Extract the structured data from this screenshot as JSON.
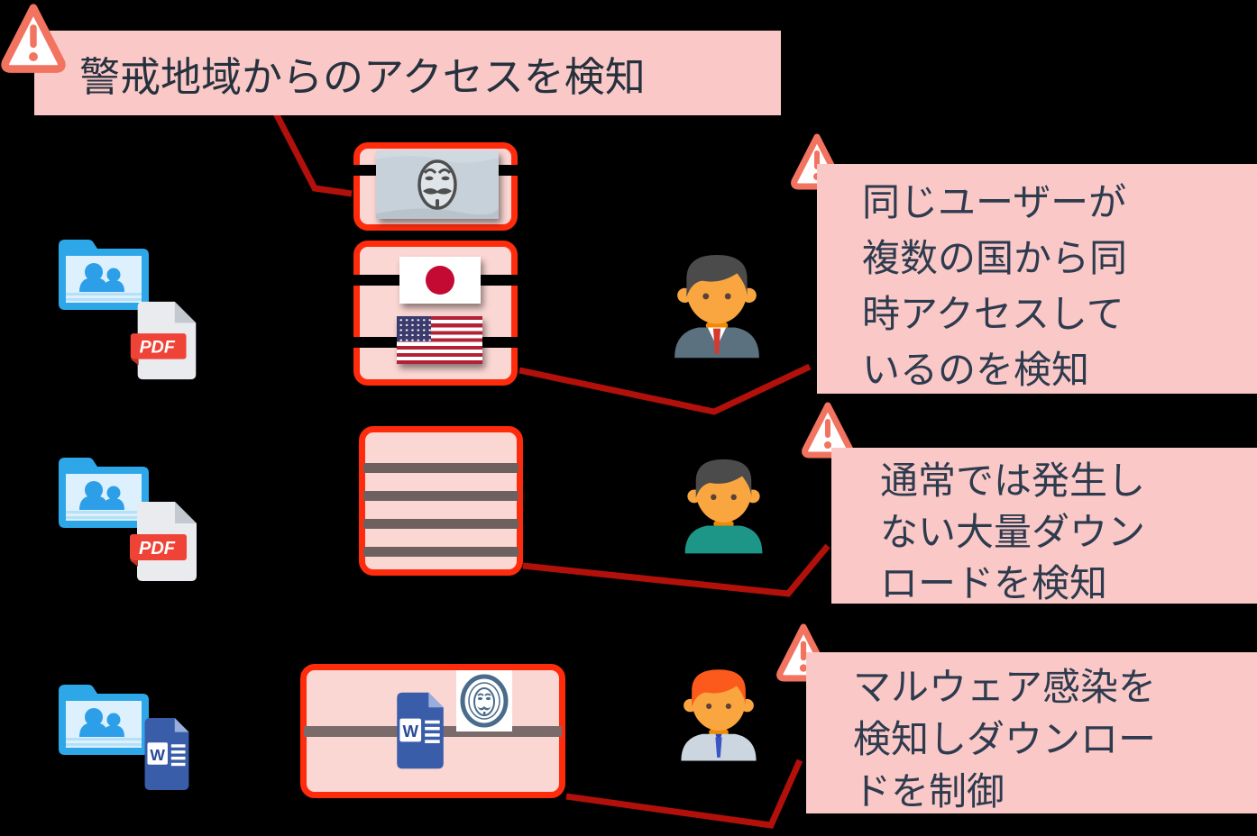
{
  "scene": {
    "background_color": "#000000",
    "kind": "security-detection-diagram"
  },
  "colors": {
    "box_border_red": "#FF2B0D",
    "box_fill_pink": "#FBD7D4",
    "callout_pink": "#FAC9C7",
    "text_dark": "#2E3B4E",
    "connector_dark_red": "#B2100A",
    "warning_salmon": "#F2735F",
    "folder_blue": "#2EA7E9",
    "pdf_red": "#F04338",
    "word_blue": "#3A5DA9",
    "row_line_gray": "#6F6060",
    "black_band": "#000000",
    "anonymous_flag_gray": "#C7D1D9",
    "japan_flag_red": "#C40A32",
    "us_flag_red": "#B22234",
    "us_flag_navy": "#3C3B6E"
  },
  "top_callout": {
    "icon": "warning-triangle-icon",
    "text": "警戒地域からのアクセスを検知"
  },
  "callouts": [
    {
      "icon": "warning-triangle-icon",
      "text": "同じユーザーが複数の国から同時アクセスしているのを検知",
      "lines": [
        "同じユーザーが",
        "複数の国から同",
        "時アクセスして",
        "いるのを検知"
      ]
    },
    {
      "icon": "warning-triangle-icon",
      "text": "通常では発生しない大量ダウンロードを検知",
      "lines": [
        "通常では発生し",
        "ない大量ダウン",
        "ロードを検知"
      ]
    },
    {
      "icon": "warning-triangle-icon",
      "text": "マルウェア感染を検知しダウンロードを制御",
      "lines": [
        "マルウェア感染を",
        "検知しダウンロー",
        "ドを制御"
      ]
    }
  ],
  "left_column": [
    {
      "icons": [
        "shared-folder-icon",
        "pdf-file-icon"
      ]
    },
    {
      "icons": [
        "shared-folder-icon",
        "pdf-file-icon"
      ]
    },
    {
      "icons": [
        "shared-folder-icon",
        "word-file-icon"
      ]
    }
  ],
  "center_column": [
    {
      "type": "flag-list",
      "flags": [
        "anonymous-mask-flag",
        "japan-flag",
        "usa-flag"
      ]
    },
    {
      "type": "access-row-lines",
      "row_count": 4
    },
    {
      "type": "download-row",
      "icons": [
        "word-file-icon",
        "anonymous-badge-icon"
      ]
    }
  ],
  "right_column": [
    {
      "avatar": "business-user-gray-suit-red-tie"
    },
    {
      "avatar": "user-teal-shirt"
    },
    {
      "avatar": "user-orange-hair-blue-tie"
    }
  ],
  "file_labels": {
    "pdf": "PDF",
    "word": "W"
  }
}
